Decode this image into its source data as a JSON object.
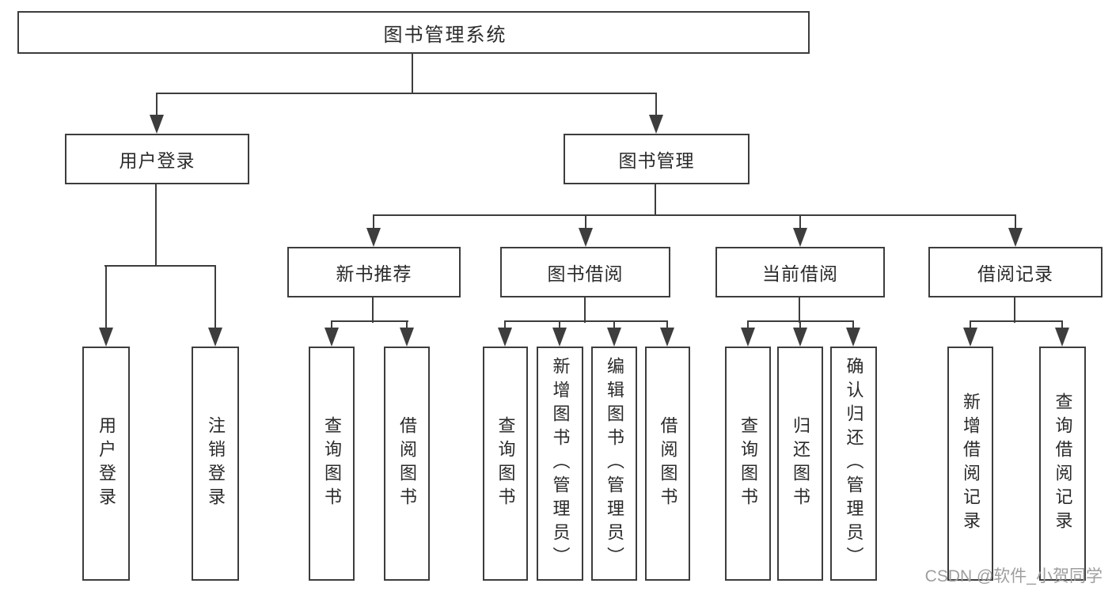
{
  "diagram": {
    "root": "图书管理系统",
    "level2": [
      "用户登录",
      "图书管理"
    ],
    "level3": [
      "新书推荐",
      "图书借阅",
      "当前借阅",
      "借阅记录"
    ],
    "leaves": {
      "user_login": [
        "用户登录",
        "注销登录"
      ],
      "new_books": [
        "查询图书",
        "借阅图书"
      ],
      "book_borrow": [
        "查询图书",
        "新增图书（管理员）",
        "编辑图书（管理员）",
        "借阅图书"
      ],
      "current_borrow": [
        "查询图书",
        "归还图书",
        "确认归还（管理员）"
      ],
      "borrow_records": [
        "新增借阅记录",
        "查询借阅记录"
      ]
    }
  },
  "watermark": {
    "text": "CSDN @软件_小贺同学"
  },
  "colors": {
    "line": "#3d3d3d",
    "text": "#2a2a2a",
    "watermark": "#9e9e9e",
    "background": "#ffffff"
  }
}
